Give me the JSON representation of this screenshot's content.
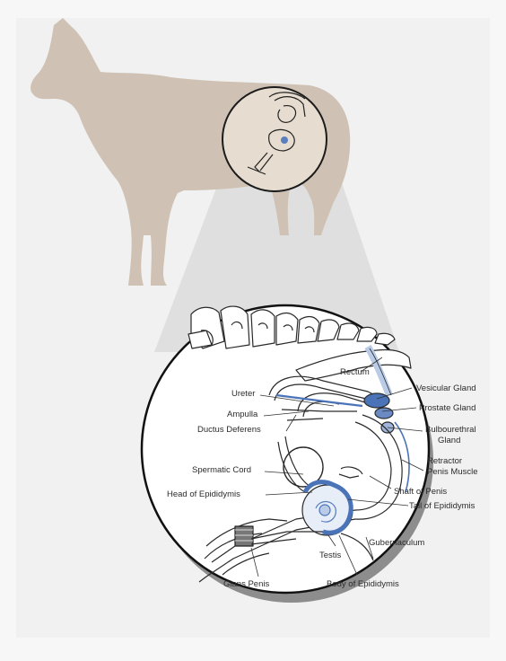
{
  "labels": {
    "rectum": "Rectum",
    "vesicular_gland": "Vesicular Gland",
    "prostate_gland": "Prostate Gland",
    "bulbourethral_1": "Bulbourethral",
    "bulbourethral_2": "Gland",
    "retractor_1": "Retractor",
    "retractor_2": "Penis Muscle",
    "ureter": "Ureter",
    "ampulla": "Ampulla",
    "ductus_deferens": "Ductus Deferens",
    "spermatic_cord": "Spermatic Cord",
    "head_of_epididymis": "Head of Epididymis",
    "shaft_of_penis": "Shaft of Penis",
    "tail_of_epididymis": "Tail of Epididymis",
    "gubernaculum": "Gubernaculum",
    "testis": "Testis",
    "glans_penis": "Glans Penis",
    "body_of_epididymis": "Body of Epididymis"
  },
  "colors": {
    "horse": "#cfc2b4",
    "zoom_cone": "#d9d9d9",
    "duct_blue": "#4a73b8",
    "light_blue": "#b9cbe6",
    "outline": "#2a2a2a"
  }
}
